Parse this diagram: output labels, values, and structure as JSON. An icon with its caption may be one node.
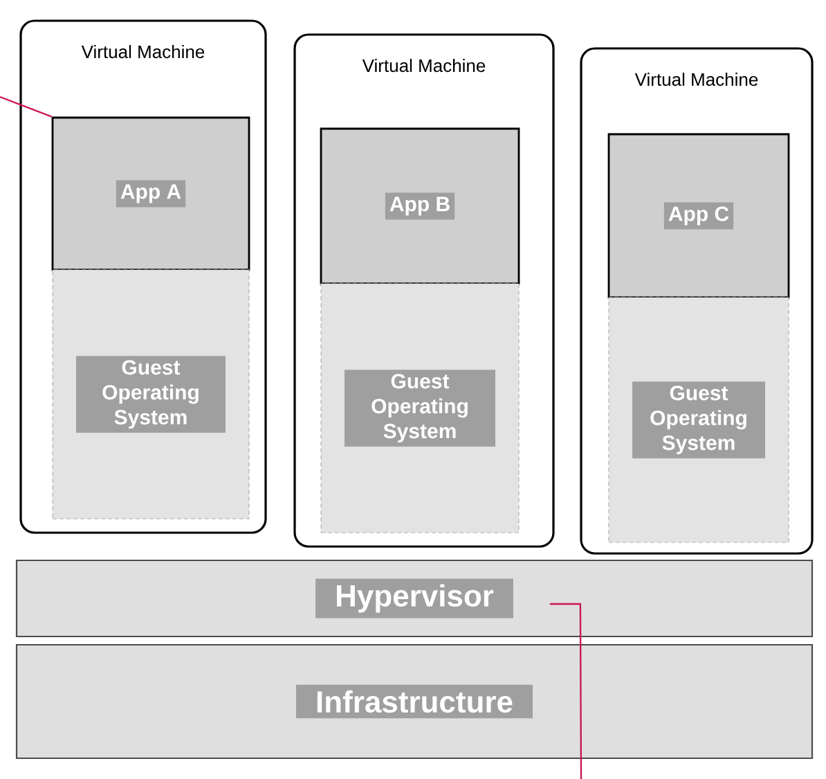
{
  "diagram": {
    "nodes": [
      {
        "text": [
          "Virtual Machine"
        ]
      },
      {
        "text": [
          "App A"
        ],
        "in": 0
      },
      {
        "text": [
          "Guest Operating System"
        ],
        "in": 0
      },
      {
        "text": [
          "Virtual Machine"
        ]
      },
      {
        "text": [
          "App B"
        ],
        "in": 3
      },
      {
        "text": [
          "Guest Operating System"
        ],
        "in": 3
      },
      {
        "text": [
          "Virtual Machine"
        ]
      },
      {
        "text": [
          "App C"
        ],
        "in": 6
      },
      {
        "text": [
          "Guest Operating System"
        ],
        "in": 6
      },
      {
        "text": [
          "Hypervisor"
        ]
      },
      {
        "text": [
          "Infrastructure"
        ]
      }
    ],
    "edges": [
      {
        "from": null,
        "to": 1,
        "arrow": "none",
        "color": "#c8185a"
      },
      {
        "from": 9,
        "to": null,
        "arrow": "none",
        "color": "#c8185a"
      }
    ]
  }
}
